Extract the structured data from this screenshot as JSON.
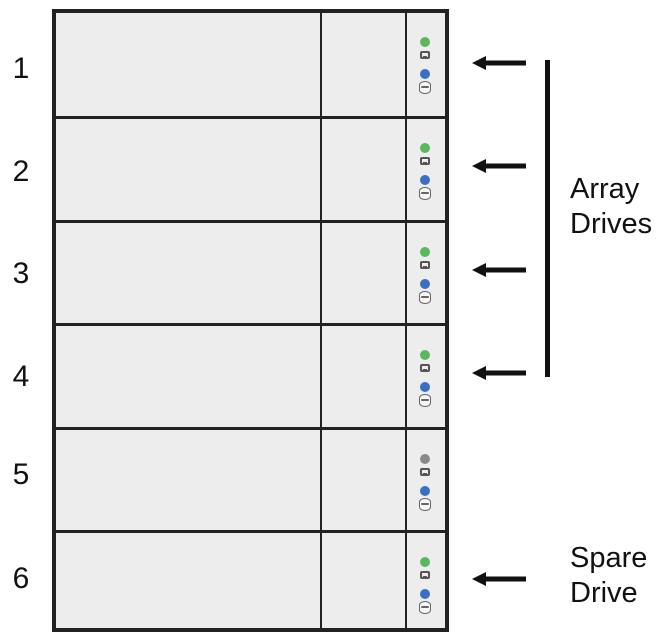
{
  "slots": [
    {
      "number": "1",
      "status_color": "#5cb85c",
      "activity_color": "#3a6fc4"
    },
    {
      "number": "2",
      "status_color": "#5cb85c",
      "activity_color": "#3a6fc4"
    },
    {
      "number": "3",
      "status_color": "#5cb85c",
      "activity_color": "#3a6fc4"
    },
    {
      "number": "4",
      "status_color": "#5cb85c",
      "activity_color": "#3a6fc4"
    },
    {
      "number": "5",
      "status_color": "#8a8a8a",
      "activity_color": "#3a6fc4"
    },
    {
      "number": "6",
      "status_color": "#5cb85c",
      "activity_color": "#3a6fc4"
    }
  ],
  "groups": {
    "array": {
      "line1": "Array",
      "line2": "Drives"
    },
    "spare": {
      "line1": "Spare",
      "line2": "Drive"
    }
  },
  "icons": {
    "arrow": "arrow-left-icon",
    "tray": "drive-tray-icon",
    "disk": "hard-disk-icon"
  }
}
